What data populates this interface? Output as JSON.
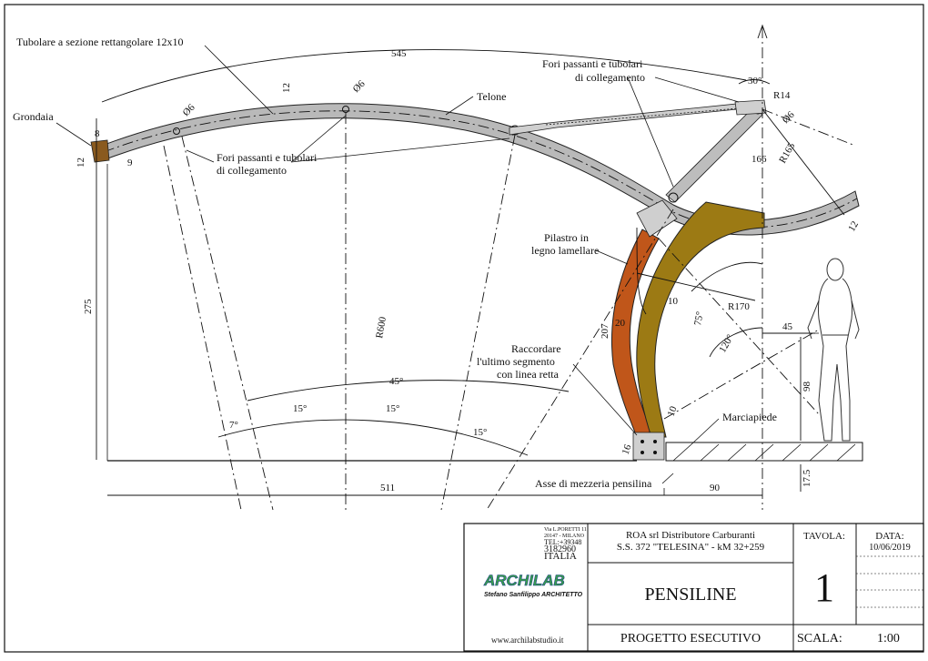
{
  "drawing": {
    "labels": {
      "tubolare": "Tubolare a sezione rettangolare 12x10",
      "grondaia": "Grondaia",
      "fori_left_1": "Fori passanti e tubolari",
      "fori_left_2": "di collegamento",
      "fori_right_1": "Fori passanti e tubolari",
      "fori_right_2": "di collegamento",
      "telone": "Telone",
      "pilastro_1": "Pilastro in",
      "pilastro_2": "legno lamellare",
      "raccordare_1": "Raccordare",
      "raccordare_2": "l'ultimo segmento",
      "raccordare_3": "con linea retta",
      "marciapiede": "Marciapiede",
      "asse": "Asse di mezzeria pensilina"
    },
    "dimensions": {
      "d545": "545",
      "d12_top": "12",
      "phi6_a": "Ø6",
      "phi6_b": "Ø6",
      "phi6_c": "Ø6",
      "d8": "8",
      "d12_left": "12",
      "d9": "9",
      "d275": "275",
      "r600": "R600",
      "d45deg": "45°",
      "d7deg": "7°",
      "d15deg_a": "15°",
      "d15deg_b": "15°",
      "d15deg_c": "15°",
      "d511": "511",
      "d90": "90",
      "d30deg": "30°",
      "r14": "R14",
      "d166": "166",
      "r165": "R165",
      "d12_right": "12",
      "d207": "207",
      "d20": "20",
      "d10_a": "10",
      "r170": "R170",
      "d75deg": "75°",
      "d120deg": "120°",
      "d45": "45",
      "d98": "98",
      "d10_b": "10",
      "d16": "16",
      "d17_5": "17.5"
    }
  },
  "title_block": {
    "address_1": "Via L.PORETTI 11",
    "address_2": "20147 - MILANO",
    "phone": "TEL:+39348",
    "phone_2": "3182960",
    "country": "ITALIA",
    "logo_text": "ARCHILAB",
    "logo_sub": "Stefano Sanfilippo ARCHITETTO",
    "website": "www.archilabstudio.it",
    "client": "ROA srl Distributore Carburanti",
    "location": "S.S. 372 \"TELESINA\" - kM 32+259",
    "project_title": "PENSILINE",
    "phase": "PROGETTO ESECUTIVO",
    "tavola_label": "TAVOLA:",
    "tavola_number": "1",
    "data_label": "DATA:",
    "data_value": "10/06/2019",
    "scala_label": "SCALA:",
    "scala_value": "1:00"
  },
  "colors": {
    "tube_fill": "#b9b9b9",
    "pillar_inner": "#c0561a",
    "pillar_outer": "#9c7a14",
    "gutter": "#8a5a1e",
    "plate": "#cfcfcf"
  }
}
